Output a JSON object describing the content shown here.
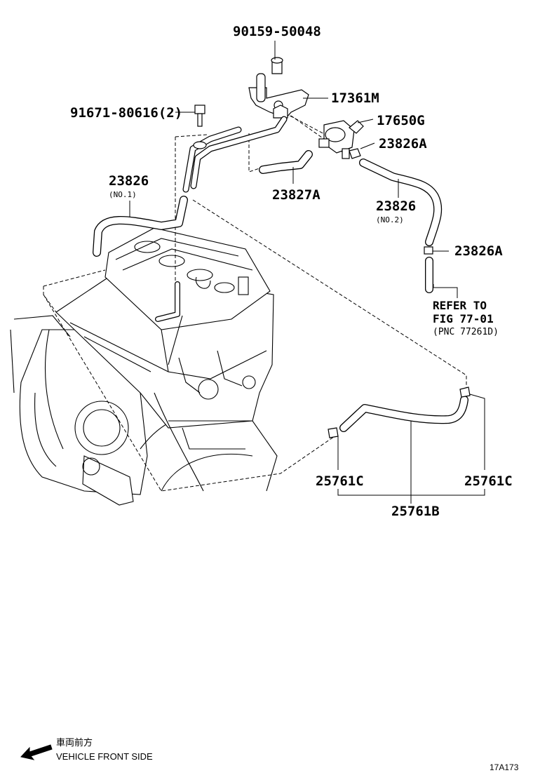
{
  "parts": {
    "p_90159": "90159-50048",
    "p_17361M": "17361M",
    "p_91671": "91671-80616(2)",
    "p_17650G": "17650G",
    "p_23826A_top": "23826A",
    "p_23826_no1": "23826",
    "no1": "(NO.1)",
    "p_23827A": "23827A",
    "p_23826_no2": "23826",
    "no2": "(NO.2)",
    "p_23826A_right": "23826A",
    "p_25761C_left": "25761C",
    "p_25761C_right": "25761C",
    "p_25761B": "25761B"
  },
  "reference": {
    "line1": "REFER TO",
    "line2": "FIG 77-01",
    "line3": "(PNC 77261D)"
  },
  "orientation": {
    "japanese": "車両前方",
    "english": "VEHICLE FRONT SIDE",
    "arrow_icon": "arrow-left-down-icon"
  },
  "figure_code": "17A173"
}
